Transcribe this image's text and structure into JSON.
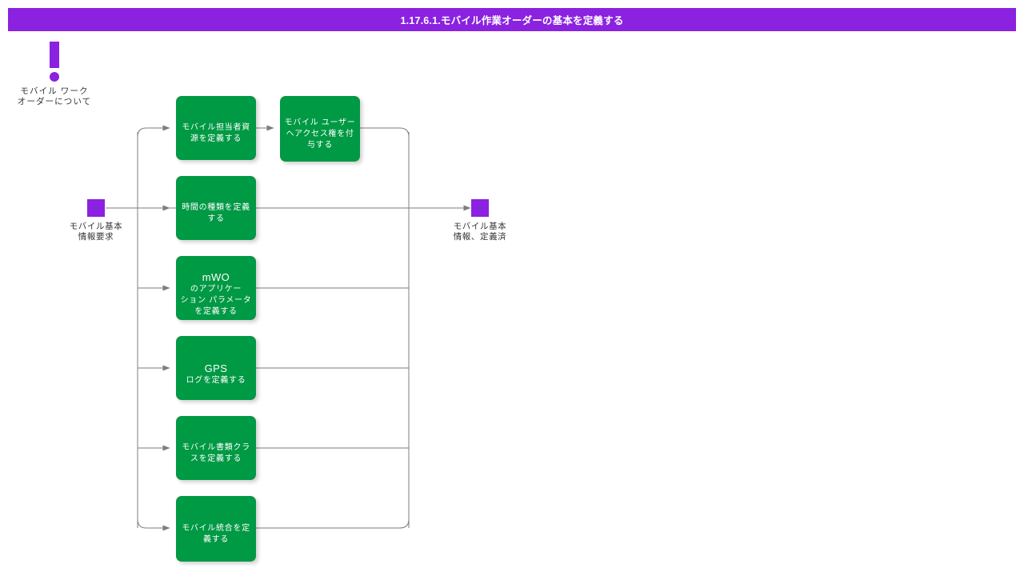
{
  "header": {
    "title": "1.17.6.1.モバイル作業オーダーの基本を定義する",
    "background": "#8a22e0",
    "text_color": "#ffffff"
  },
  "note": {
    "icon": "exclamation-icon",
    "label": "モバイル ワーク\nオーダーについて",
    "color": "#8a22e0"
  },
  "nodes": {
    "start": {
      "label": "モバイル基本\n情報要求",
      "color": "#8a22e0"
    },
    "end": {
      "label": "モバイル基本\n情報、定義済",
      "color": "#8a22e0"
    }
  },
  "process_color": "#009944",
  "connector_color": "#808080",
  "processes": [
    {
      "id": "r1c1",
      "label": "モバイル担当者資\n源を定義する",
      "emphasis": ""
    },
    {
      "id": "r1c2",
      "label": "モバイル ユーザー\nヘアクセス権を付\n与する",
      "emphasis": ""
    },
    {
      "id": "r2c1",
      "label": "時間の種類を定義\nする",
      "emphasis": ""
    },
    {
      "id": "r3c1",
      "label": "のアプリケー\nション パラメータ\nを定義する",
      "emphasis": "mWO"
    },
    {
      "id": "r4c1",
      "label": "ログを定義する",
      "emphasis": "GPS"
    },
    {
      "id": "r5c1",
      "label": "モバイル書類クラ\nスを定義する",
      "emphasis": ""
    },
    {
      "id": "r6c1",
      "label": "モバイル統合を定\n義する",
      "emphasis": ""
    }
  ]
}
